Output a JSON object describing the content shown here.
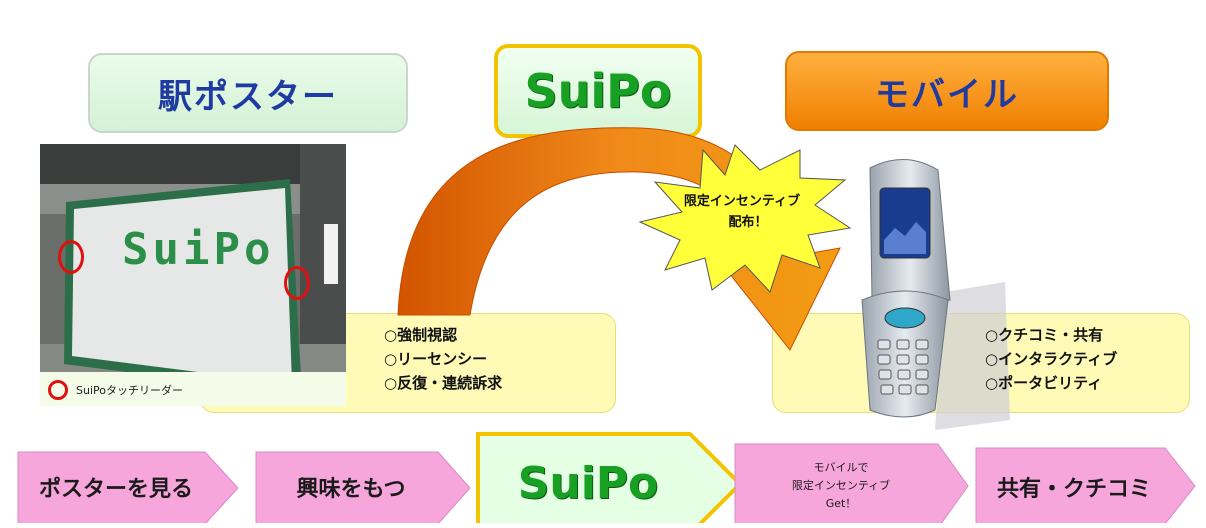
{
  "titles": {
    "station_poster": "駅ポスター",
    "suipo": "SuiPo",
    "mobile": "モバイル"
  },
  "photo": {
    "poster_text": "SuiPo",
    "caption": "SuiPoタッチリーダー"
  },
  "starburst": {
    "line1": "限定インセンティブ",
    "line2": "配布！"
  },
  "left_features": [
    "○強制視認",
    "○リーセンシー",
    "○反復・連続訴求"
  ],
  "right_features": [
    "○クチコミ・共有",
    "○インタラクティブ",
    "○ポータビリティ"
  ],
  "flow": {
    "step1": "ポスターを見る",
    "step2": "興味をもつ",
    "step3": "SuiPo",
    "step4_line1": "モバイルで",
    "step4_line2": "限定インセンティブ",
    "step4_line3": "Get！",
    "step5": "共有・クチコミ"
  },
  "colors": {
    "pink": "#f7a0d8",
    "orange": "#f07f00",
    "green_text": "#17a024",
    "blue_text": "#1f3aa0",
    "yellow_box": "#fffbb6"
  }
}
